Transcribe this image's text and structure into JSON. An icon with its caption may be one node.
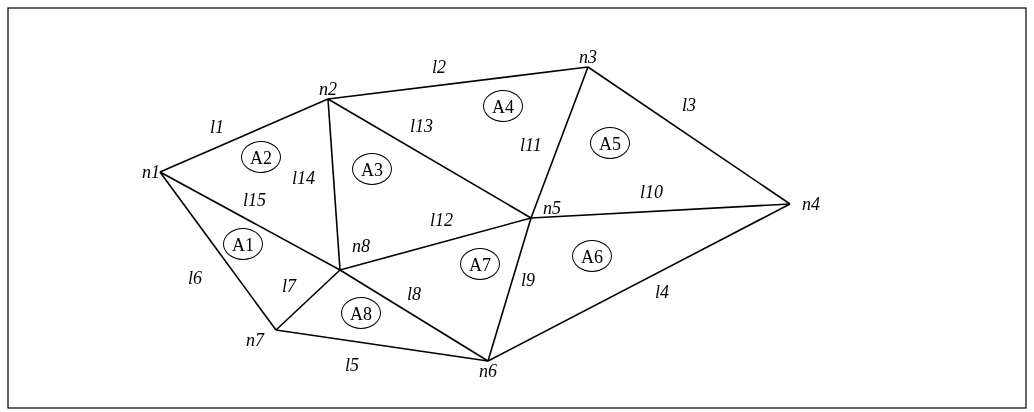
{
  "diagram": {
    "nodes": [
      {
        "text": [
          "n1"
        ]
      },
      {
        "text": [
          "n2"
        ]
      },
      {
        "text": [
          "n3"
        ]
      },
      {
        "text": [
          "n4"
        ]
      },
      {
        "text": [
          "n5"
        ]
      },
      {
        "text": [
          "n6"
        ]
      },
      {
        "text": [
          "n7"
        ]
      },
      {
        "text": [
          "n8"
        ]
      },
      {
        "text": [
          "A1"
        ]
      },
      {
        "text": [
          "A2"
        ]
      },
      {
        "text": [
          "A3"
        ]
      },
      {
        "text": [
          "A4"
        ]
      },
      {
        "text": [
          "A5"
        ]
      },
      {
        "text": [
          "A6"
        ]
      },
      {
        "text": [
          "A7"
        ]
      },
      {
        "text": [
          "A8"
        ]
      }
    ],
    "edges": [
      {
        "from": 0,
        "to": 1,
        "arrow": "none",
        "label": "l1"
      },
      {
        "from": 1,
        "to": 2,
        "arrow": "none",
        "label": "l2"
      },
      {
        "from": 2,
        "to": 3,
        "arrow": "none",
        "label": "l3"
      },
      {
        "from": 5,
        "to": 3,
        "arrow": "none",
        "label": "l4"
      },
      {
        "from": 6,
        "to": 5,
        "arrow": "none",
        "label": "l5"
      },
      {
        "from": 0,
        "to": 6,
        "arrow": "none",
        "label": "l6"
      },
      {
        "from": 6,
        "to": 7,
        "arrow": "none",
        "label": "l7"
      },
      {
        "from": 7,
        "to": 5,
        "arrow": "none",
        "label": "l8"
      },
      {
        "from": 4,
        "to": 5,
        "arrow": "none",
        "label": "l9"
      },
      {
        "from": 4,
        "to": 3,
        "arrow": "none",
        "label": "l10"
      },
      {
        "from": 2,
        "to": 4,
        "arrow": "none",
        "label": "l11"
      },
      {
        "from": 7,
        "to": 4,
        "arrow": "none",
        "label": "l12"
      },
      {
        "from": 1,
        "to": 4,
        "arrow": "none",
        "label": "l13"
      },
      {
        "from": 1,
        "to": 7,
        "arrow": "none",
        "label": "l14"
      },
      {
        "from": 0,
        "to": 7,
        "arrow": "none",
        "label": "l15"
      }
    ]
  }
}
